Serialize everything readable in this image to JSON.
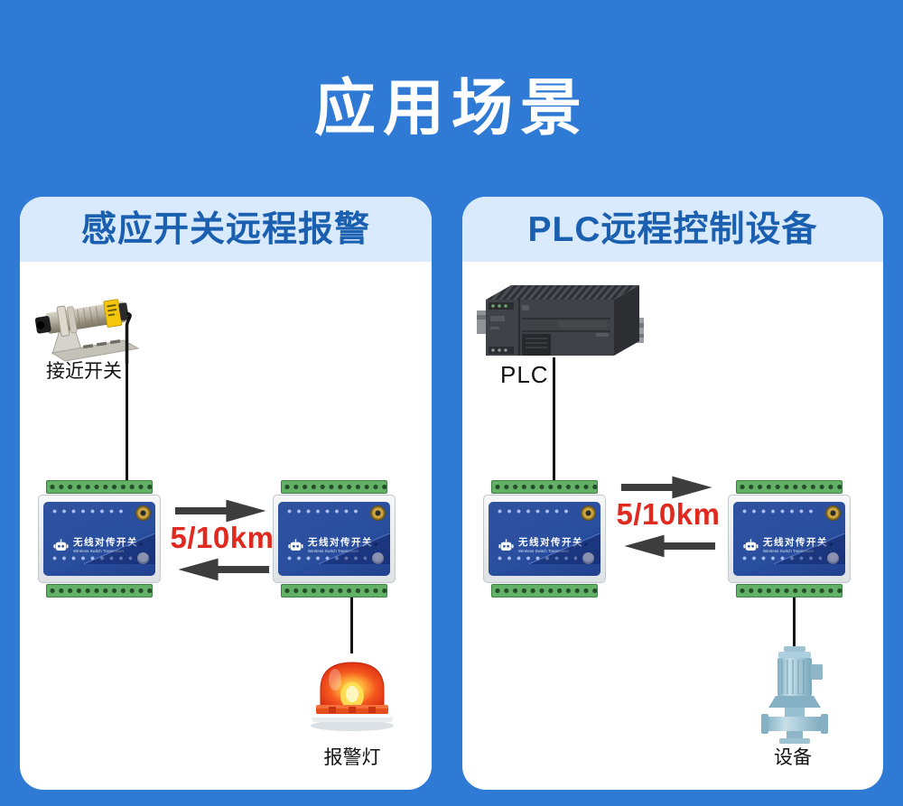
{
  "page": {
    "title": "应用场景",
    "background_color": "#2f7ad4"
  },
  "colors": {
    "panel_header_bg": "#d9eafc",
    "panel_header_text": "#1a5fb0",
    "distance_text": "#e02a1f",
    "module_panel_blue": "#2a4f9f",
    "terminal_block_green": "#63b167",
    "arrow_gray": "#3d3d3d",
    "alarm_lamp_red": "#e8350f",
    "pump_teal": "#9cc3d4"
  },
  "module": {
    "title": "无线对传开关",
    "subtitle": "Wireless Switch Transceiver"
  },
  "scenario_left": {
    "title": "感应开关远程报警",
    "input_device_label": "接近开关",
    "distance": "5/10km",
    "output_device_label": "报警灯"
  },
  "scenario_right": {
    "title": "PLC远程控制设备",
    "input_device_label": "PLC",
    "distance": "5/10km",
    "output_device_label": "设备"
  }
}
